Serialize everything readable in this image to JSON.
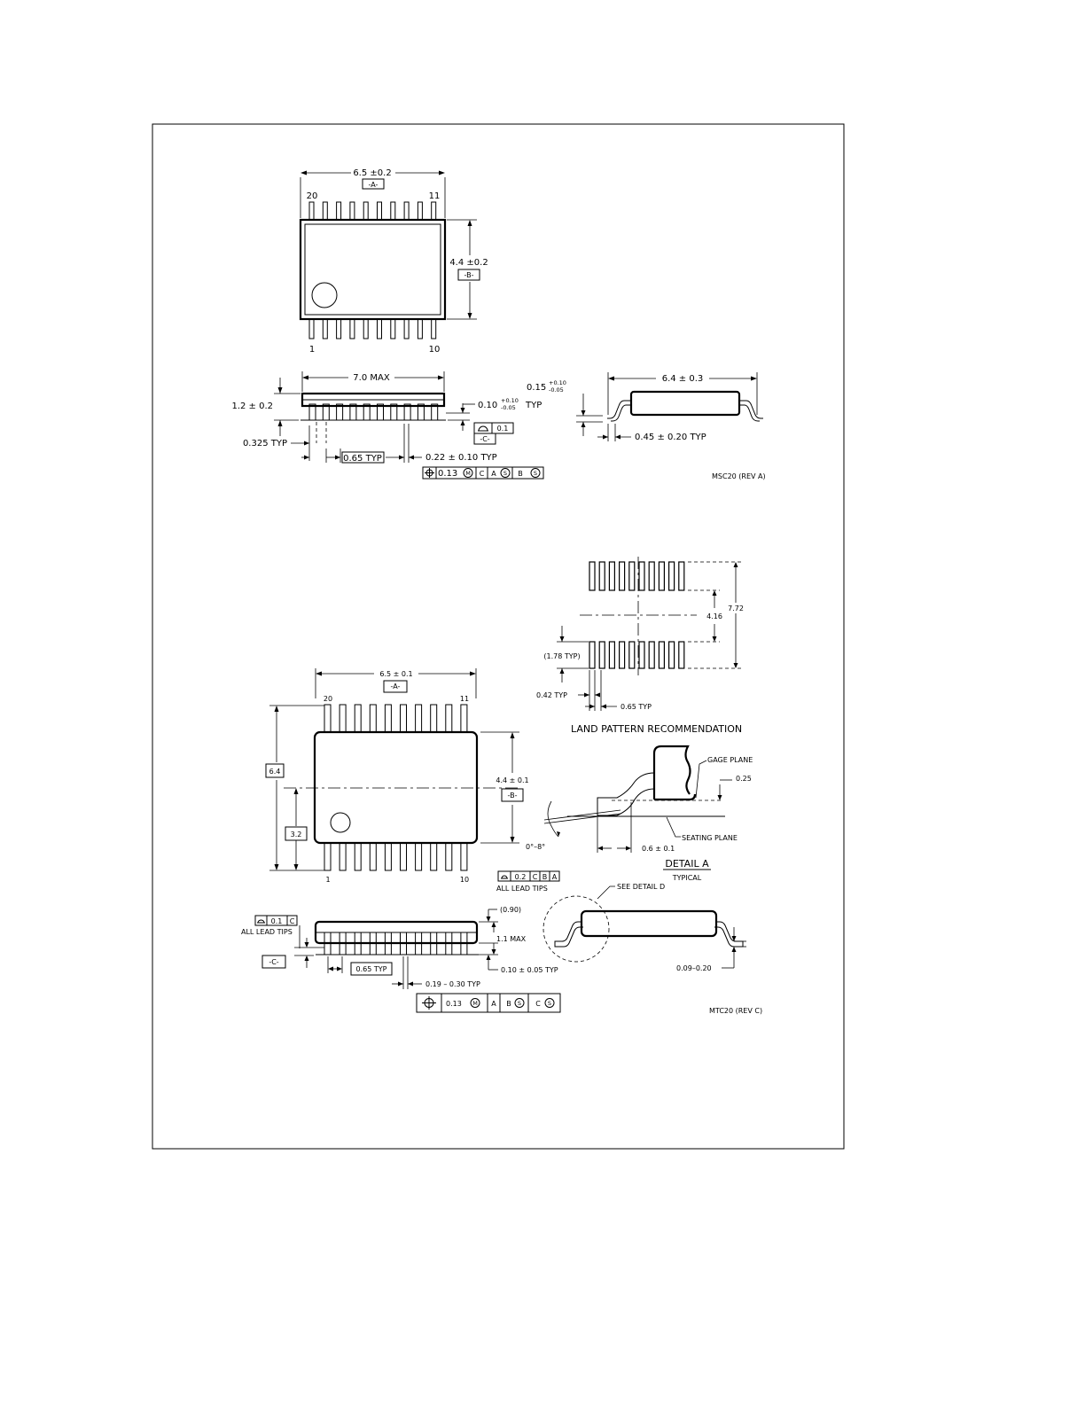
{
  "pkg1": {
    "top": {
      "width_dim": "6.5 ±0.2",
      "datum_a": "-A-",
      "pin_20": "20",
      "pin_11": "11",
      "pin_1": "1",
      "pin_10": "10",
      "height_dim": "4.4 ±0.2",
      "datum_b": "-B-"
    },
    "side": {
      "length_dim": "7.0 MAX",
      "height_dim": "1.2 ± 0.2",
      "standoff_dim": "0.10",
      "standoff_tol_plus": "+0.10",
      "standoff_tol_minus": "-0.05",
      "standoff_typ": "TYP",
      "coplanarity": "0.1",
      "datum_c": "-C-",
      "end_dim": "0.325 TYP",
      "pitch_dim": "0.65 TYP",
      "lead_width_dim": "0.22 ± 0.10 TYP",
      "fcf": {
        "tol": "0.13",
        "mod": "M",
        "ref1": "C",
        "ref2": "A",
        "ref3": "B",
        "mod_s": "S"
      }
    },
    "end_view": {
      "span_dim": "6.4 ± 0.3",
      "thick_dim": "0.15",
      "thick_tol_plus": "+0.10",
      "thick_tol_minus": "-0.05",
      "foot_dim": "0.45 ± 0.20 TYP"
    },
    "drawing_id": "MSC20 (REV A)"
  },
  "land_pattern": {
    "overall_dim": "7.72",
    "inner_dim": "4.16",
    "pad_len_dim": "(1.78 TYP)",
    "pad_width_dim": "0.42 TYP",
    "pitch_dim": "0.65 TYP",
    "title": "LAND PATTERN RECOMMENDATION"
  },
  "pkg2": {
    "top": {
      "width_dim": "6.5 ± 0.1",
      "datum_a": "-A-",
      "pin_20": "20",
      "pin_11": "11",
      "pin_1": "1",
      "pin_10": "10",
      "overall_dim": "6.4",
      "half_dim": "3.2",
      "height_dim": "4.4 ± 0.1",
      "datum_b": "-B-",
      "lead_tip_fcf": {
        "tol": "0.2",
        "ref1": "C",
        "ref2": "B",
        "ref3": "A"
      },
      "lead_tips_label": "ALL LEAD TIPS"
    },
    "detail_a": {
      "gage_plane": "GAGE PLANE",
      "gage_dim": "0.25",
      "angle_dim": "0°–8°",
      "foot_dim": "0.6 ± 0.1",
      "seating_plane": "SEATING PLANE",
      "title": "DETAIL A",
      "subtitle": "TYPICAL"
    },
    "side": {
      "coplanarity_fcf": {
        "tol": "0.1",
        "ref": "C"
      },
      "lead_tips_label": "ALL LEAD TIPS",
      "datum_c": "-C-",
      "body_dim": "(0.90)",
      "height_dim": "1.1 MAX",
      "standoff_dim": "0.10 ± 0.05 TYP",
      "pitch_dim": "0.65 TYP",
      "lead_width_dim": "0.19 – 0.30 TYP",
      "fcf": {
        "tol": "0.13",
        "mod": "M",
        "ref1": "A",
        "ref2": "B",
        "ref3": "C",
        "mod_s": "S"
      }
    },
    "end_view": {
      "see_detail": "SEE DETAIL D",
      "thick_dim": "0.09–0.20"
    },
    "drawing_id": "MTC20 (REV C)"
  }
}
